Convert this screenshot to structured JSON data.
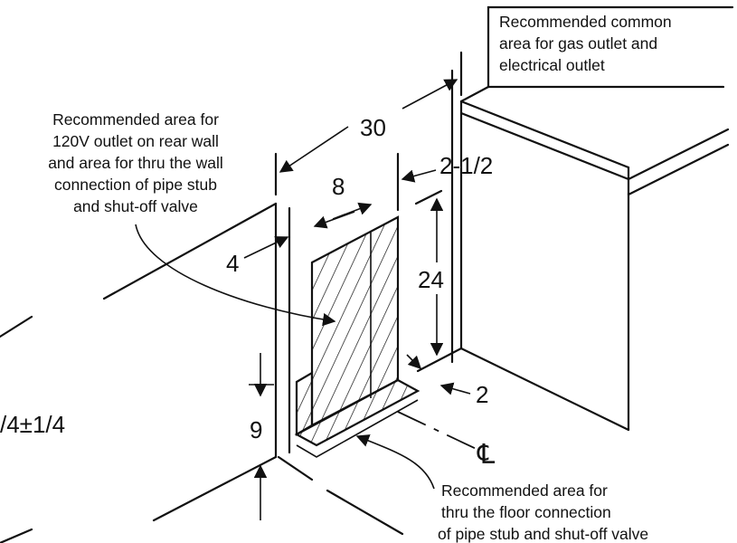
{
  "notes": {
    "common_area": [
      "Recommended common",
      "area for gas outlet and",
      "electrical outlet"
    ],
    "rear_wall": [
      "Recommended area for",
      "120V outlet on rear wall",
      "and area for thru the wall",
      "connection of pipe stub",
      "and shut-off valve"
    ],
    "floor": [
      "Recommended area for",
      "thru the floor connection",
      "of pipe stub and shut-off valve"
    ]
  },
  "dimensions": {
    "width": "30",
    "inner_width": "8",
    "right_offset": "2-1/2",
    "left_offset": "4",
    "height": "24",
    "floor_offset": "2",
    "bottom_height": "9",
    "partial_left": "/4±1/4"
  },
  "centerline_label": "℄"
}
